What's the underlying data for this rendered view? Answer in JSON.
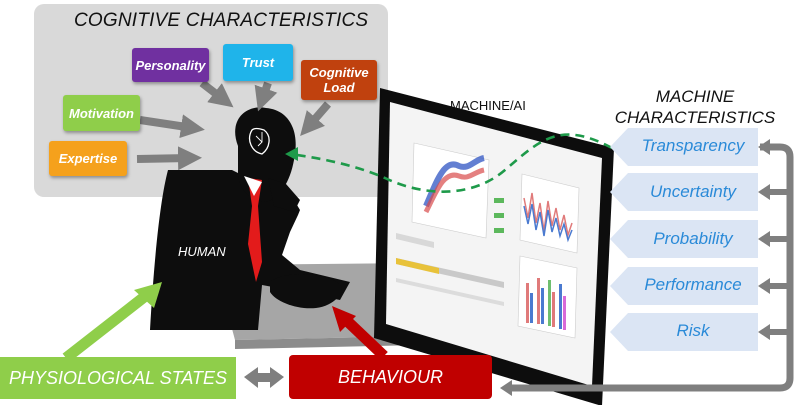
{
  "cognitive": {
    "title": "COGNITIVE CHARACTERISTICS",
    "chips": [
      {
        "label": "Personality",
        "color": "#7030a0"
      },
      {
        "label": "Trust",
        "color": "#1fb4ea"
      },
      {
        "label": "Cognitive Load",
        "color": "#c0410e"
      },
      {
        "label": "Motivation",
        "color": "#8fce4a"
      },
      {
        "label": "Expertise",
        "color": "#f5a11c"
      }
    ]
  },
  "machine": {
    "label": "MACHINE/AI",
    "title": "MACHINE CHARACTERISTICS",
    "items": [
      "Transparency",
      "Uncertainty",
      "Probability",
      "Performance",
      "Risk"
    ],
    "item_bg": "#dbe5f4",
    "item_text_color": "#2a8ad8"
  },
  "human": {
    "label": "HUMAN"
  },
  "bottom": {
    "physiological": {
      "label": "PHYSIOLOGICAL STATES",
      "color": "#8fce4a"
    },
    "behaviour": {
      "label": "BEHAVIOUR",
      "color": "#c00000"
    }
  }
}
